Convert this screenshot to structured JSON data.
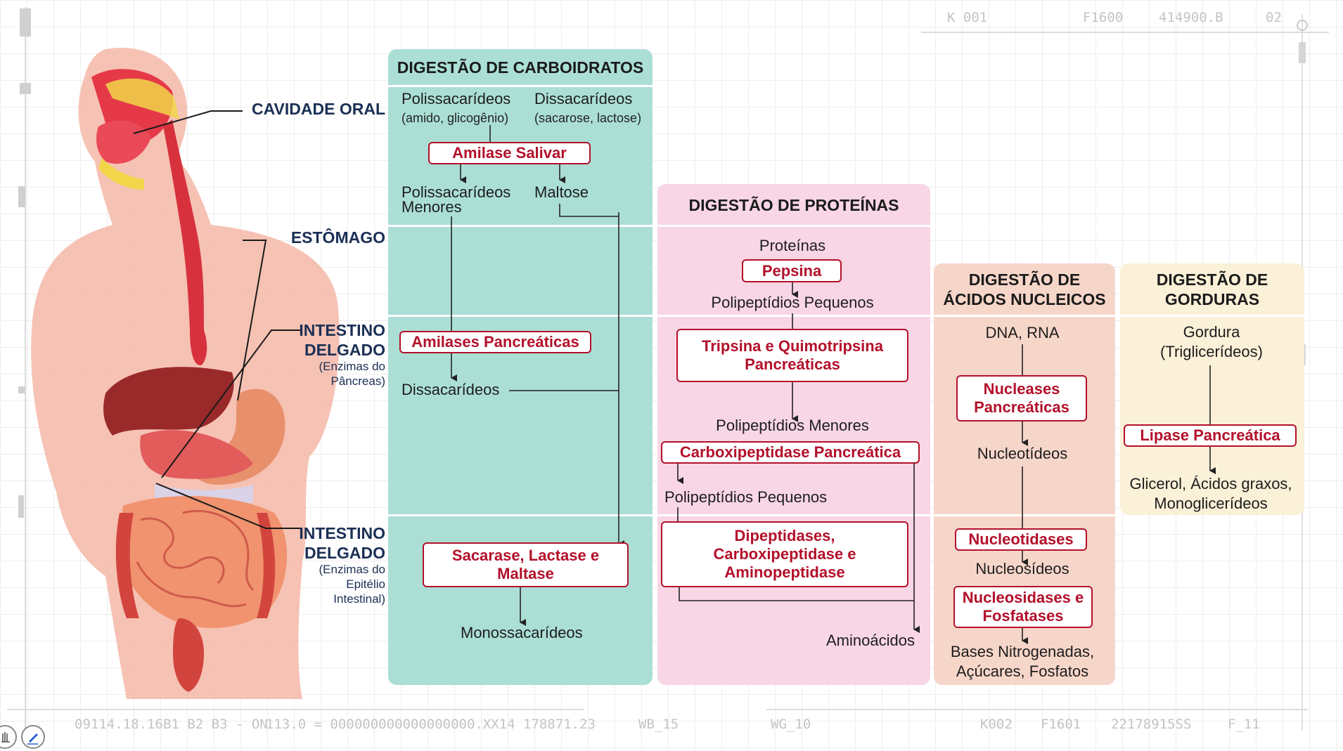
{
  "colors": {
    "carb_panel": "#abdfd6",
    "protein_panel": "#f8d6e6",
    "nucleic_panel": "#f7d6ca",
    "fat_panel": "#fbf0d8",
    "enzyme_red": "#b3102a",
    "organ_navy": "#1b2f55"
  },
  "tech_labels": {
    "top": [
      "K 001",
      "F1600",
      "414900.B",
      "02"
    ],
    "bottom": [
      "09114.18.16",
      "B1 B2 B3 - ON",
      "113.0 = 000000000000000000.XX14 178871.23",
      "WB_15",
      "WG_10",
      "K002",
      "F1601",
      "22178915SS",
      "F_11"
    ]
  },
  "organs": {
    "oral": "CAVIDADE ORAL",
    "stomach": "ESTÔMAGO",
    "small1": "INTESTINO DELGADO",
    "small1_note": "(Enzimas do Pâncreas)",
    "small2": "INTESTINO DELGADO",
    "small2_note": "(Enzimas do Epitélio Intestinal)"
  },
  "carbs": {
    "title": "DIGESTÃO DE CARBOIDRATOS",
    "poly": "Polissacarídeos",
    "poly_note": "(amido, glicogênio)",
    "di": "Dissacarídeos",
    "di_note": "(sacarose, lactose)",
    "enzyme1": "Amilase Salivar",
    "poly_small": "Polissacarídeos Menores",
    "maltose": "Maltose",
    "enzyme2": "Amilases Pancreáticas",
    "disaccharides": "Dissacarídeos",
    "enzyme3": "Sacarase, Lactase e Maltase",
    "mono": "Monossacarídeos"
  },
  "proteins": {
    "title": "DIGESTÃO DE PROTEÍNAS",
    "proteins": "Proteínas",
    "enzyme1": "Pepsina",
    "poly_small1": "Polipeptídios Pequenos",
    "enzyme2": "Tripsina e Quimotripsina Pancreáticas",
    "poly_lesser": "Polipeptídios Menores",
    "enzyme3": "Carboxipeptidase Pancreática",
    "poly_small2": "Polipeptídios Pequenos",
    "enzyme4": "Dipeptidases, Carboxipeptidase e Aminopeptidase",
    "amino": "Aminoácidos"
  },
  "nucleic": {
    "title": "DIGESTÃO DE ÁCIDOS NUCLEICOS",
    "dna": "DNA, RNA",
    "enzyme1": "Nucleases Pancreáticas",
    "nucleotides": "Nucleotídeos",
    "enzyme2": "Nucleotidases",
    "nucleosides": "Nucleosídeos",
    "enzyme3": "Nucleosidases e Fosfatases",
    "bases": "Bases Nitrogenadas, Açúcares, Fosfatos"
  },
  "fats": {
    "title": "DIGESTÃO DE GORDURAS",
    "fat": "Gordura (Triglicerídeos)",
    "enzyme1": "Lipase Pancreática",
    "products": "Glicerol, Ácidos graxos, Monoglicerídeos"
  }
}
